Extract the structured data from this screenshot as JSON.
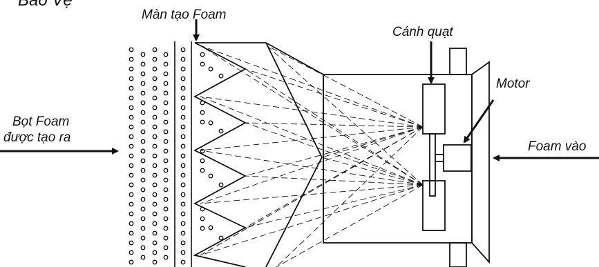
{
  "labels": {
    "top_cut": "Bảo Vệ",
    "foam_screen": "Màn tạo Foam",
    "fan_blade": "Cánh quạt",
    "motor": "Motor",
    "foam_out_line1": "Bọt Foam",
    "foam_out_line2": "được tạo ra",
    "foam_in": "Foam vào"
  },
  "colors": {
    "ink": "#111111",
    "background": "#ffffff"
  },
  "icons": [
    "arrow-icon"
  ]
}
